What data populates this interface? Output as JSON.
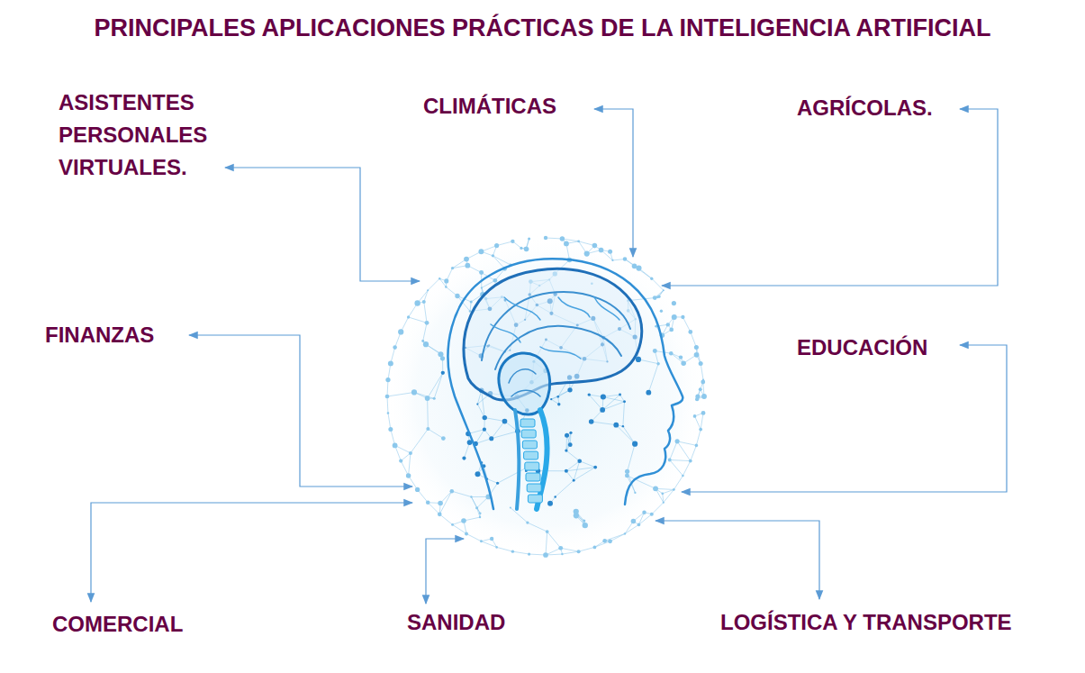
{
  "diagram": {
    "title": "PRINCIPALES APLICACIONES PRÁCTICAS DE LA INTELIGENCIA ARTIFICIAL",
    "labels": [
      "ASISTENTES PERSONALES VIRTUALES.",
      "CLIMÁTICAS",
      "AGRÍCOLAS.",
      "FINANZAS",
      "EDUCACIÓN",
      "COMERCIAL",
      "SANIDAD",
      "LOGÍSTICA Y TRANSPORTE"
    ]
  }
}
